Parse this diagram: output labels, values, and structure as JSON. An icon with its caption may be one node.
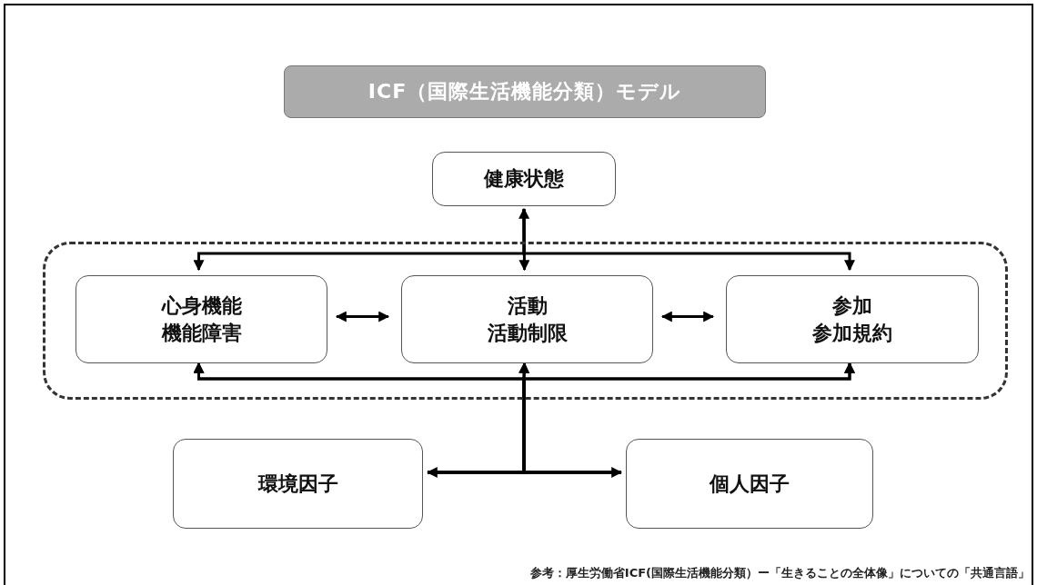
{
  "diagram": {
    "title": "ICF（国際生活機能分類）モデル",
    "nodes": [
      {
        "text": [],
        "shape": "box"
      },
      {
        "text": [
          "健康状態"
        ]
      },
      {
        "text": [
          "心身機能",
          "機能障害"
        ],
        "in": 0
      },
      {
        "text": [
          "活動",
          "活動制限"
        ],
        "in": 0
      },
      {
        "text": [
          "参加",
          "参加規約"
        ],
        "in": 0
      },
      {
        "text": [
          "環境因子"
        ]
      },
      {
        "text": [
          "個人因子"
        ]
      }
    ],
    "edges": [
      {
        "from": 1,
        "to": 3,
        "arrow": "both"
      },
      {
        "from": 1,
        "to": 2,
        "arrow": "to"
      },
      {
        "from": 1,
        "to": 4,
        "arrow": "to"
      },
      {
        "from": 2,
        "to": 3,
        "arrow": "both"
      },
      {
        "from": 3,
        "to": 4,
        "arrow": "both"
      },
      {
        "from": 5,
        "to": 6,
        "arrow": "both"
      },
      {
        "from": 5,
        "to": 2,
        "arrow": "to"
      },
      {
        "from": 5,
        "to": 3,
        "arrow": "to"
      },
      {
        "from": 5,
        "to": 4,
        "arrow": "to"
      },
      {
        "from": 6,
        "to": 2,
        "arrow": "to"
      },
      {
        "from": 6,
        "to": 3,
        "arrow": "to"
      },
      {
        "from": 6,
        "to": 4,
        "arrow": "to"
      }
    ],
    "caption": "参考：厚生労働省ICF(国際生活機能分類）ー「生きることの全体像」についての「共通言語」"
  }
}
